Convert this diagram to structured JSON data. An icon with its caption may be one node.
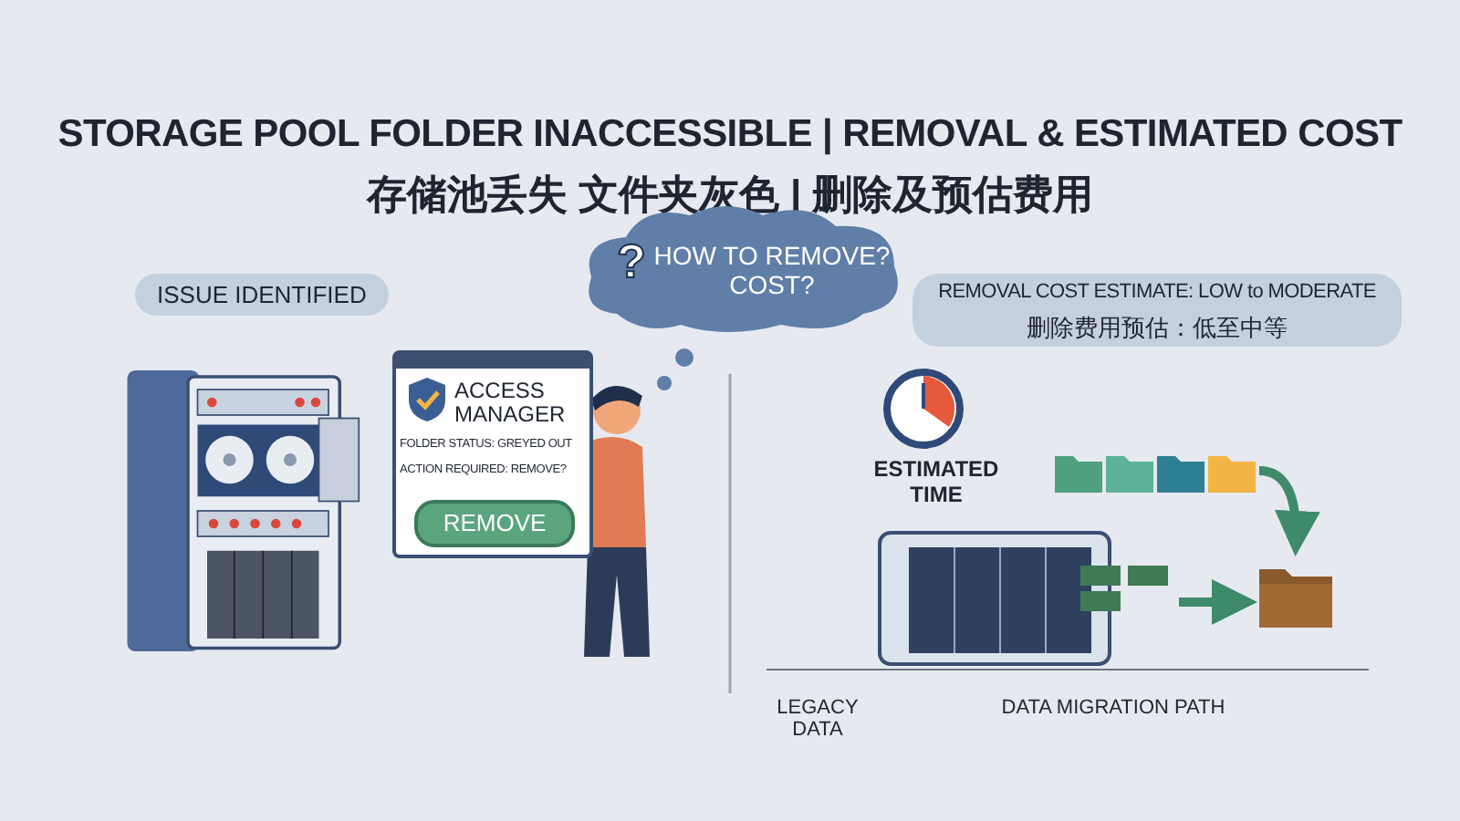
{
  "diagram": {
    "title": "STORAGE POOL FOLDER INACCESSIBLE | REMOVAL & ESTIMATED COST",
    "nodes": [
      {
        "text": [
          "ISSUE IDENTIFIED"
        ]
      },
      {
        "text": [
          "ACCESS MANAGER",
          "FOLDER STATUS: GREYED OUT",
          "ACTION REQUIRED: REMOVE?"
        ]
      },
      {
        "text": [
          "REMOVE"
        ],
        "in": 1
      },
      {
        "text": [
          "?",
          "HOW TO REMOVE? COST?"
        ]
      },
      {
        "text": [
          "REMOVAL COST ESTIMATE: LOW to MODERATE",
          "删除费用预估：低至中等"
        ]
      },
      {
        "text": [],
        "shape": "picture"
      },
      {
        "text": [],
        "shape": "picture"
      },
      {
        "text": [],
        "shape": "picture"
      }
    ],
    "edges": [
      {
        "from": 5,
        "to": 6,
        "arrow": "to"
      },
      {
        "from": 7,
        "to": 6,
        "arrow": "to"
      }
    ],
    "labels": [
      "存储池丢失 文件夹灰色 | 删除及预估费用",
      "ESTIMATED TIME",
      "LEGACY DATA",
      "DATA MIGRATION PATH"
    ]
  }
}
